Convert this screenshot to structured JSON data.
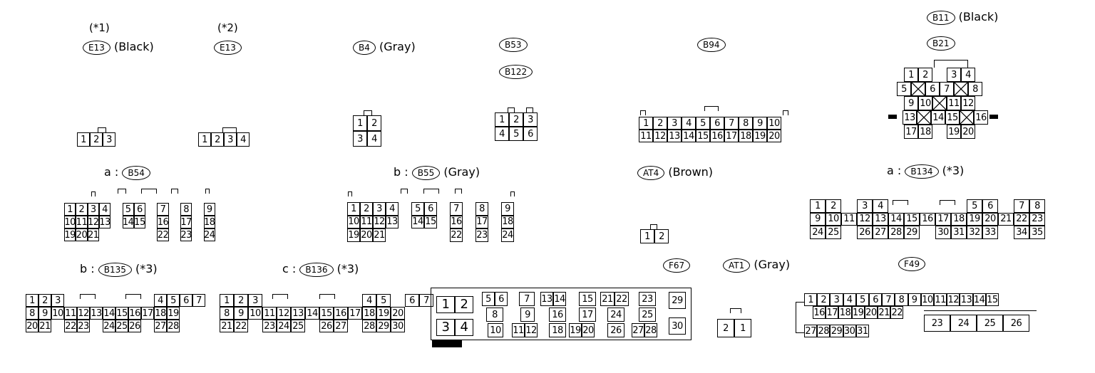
{
  "connectors": [
    {
      "id": "e13-1",
      "caption": {
        "prefix": "",
        "code": "E13",
        "note": "(Black)"
      },
      "footnote": "(*1)",
      "rows": [
        [
          "1",
          "2",
          "3"
        ]
      ]
    },
    {
      "id": "e13-2",
      "caption": {
        "prefix": "",
        "code": "E13",
        "note": ""
      },
      "footnote": "(*2)",
      "rows": [
        [
          "1",
          "2",
          "3",
          "4"
        ]
      ]
    },
    {
      "id": "b4",
      "caption": {
        "prefix": "",
        "code": "B4",
        "note": "(Gray)"
      },
      "rows": [
        [
          "1",
          "2"
        ],
        [
          "3",
          "4"
        ]
      ]
    },
    {
      "id": "b53-b122",
      "caption": {
        "prefix": "",
        "code": "B53",
        "note": ""
      },
      "caption2": {
        "code": "B122"
      },
      "rows": [
        [
          "1",
          "2",
          "3"
        ],
        [
          "4",
          "5",
          "6"
        ]
      ]
    },
    {
      "id": "b94",
      "caption": {
        "prefix": "",
        "code": "B94",
        "note": ""
      },
      "rows": [
        [
          "1",
          "2",
          "3",
          "4",
          "5",
          "6",
          "7",
          "8",
          "9",
          "10"
        ],
        [
          "11",
          "12",
          "13",
          "14",
          "15",
          "16",
          "17",
          "18",
          "19",
          "20"
        ]
      ]
    },
    {
      "id": "b11-b21",
      "caption": {
        "prefix": "",
        "code": "B11",
        "note": "(Black)"
      },
      "caption2": {
        "code": "B21"
      },
      "rows": [
        [
          "1",
          "2",
          "",
          "3",
          "4"
        ],
        [
          "5",
          "X",
          "6",
          "7",
          "X",
          "8"
        ],
        [
          "9",
          "10",
          "X",
          "11",
          "12"
        ],
        [
          "13",
          "X",
          "14",
          "15",
          "X",
          "16"
        ],
        [
          "17",
          "18",
          "",
          "19",
          "20"
        ]
      ]
    },
    {
      "id": "b54",
      "caption": {
        "prefix": "a :",
        "code": "B54",
        "note": ""
      },
      "rows": [
        [
          "1",
          "2",
          "3",
          "4",
          "",
          "5",
          "6",
          "",
          "7",
          "",
          "8",
          "",
          "9"
        ],
        [
          "10",
          "11",
          "12",
          "13",
          "",
          "14",
          "15",
          "",
          "16",
          "",
          "17",
          "",
          "18"
        ],
        [
          "19",
          "20",
          "21",
          "",
          "",
          "",
          "",
          "",
          "22",
          "",
          "23",
          "",
          "24"
        ]
      ]
    },
    {
      "id": "b55",
      "caption": {
        "prefix": "b :",
        "code": "B55",
        "note": "(Gray)"
      },
      "rows": [
        [
          "1",
          "2",
          "3",
          "4",
          "",
          "5",
          "6",
          "",
          "7",
          "",
          "8",
          "",
          "9"
        ],
        [
          "10",
          "11",
          "12",
          "13",
          "",
          "14",
          "15",
          "",
          "16",
          "",
          "17",
          "",
          "18"
        ],
        [
          "19",
          "20",
          "21",
          "",
          "",
          "",
          "",
          "",
          "22",
          "",
          "23",
          "",
          "24"
        ]
      ]
    },
    {
      "id": "at4",
      "caption": {
        "prefix": "",
        "code": "AT4",
        "note": "(Brown)"
      },
      "rows": [
        [
          "1",
          "2"
        ]
      ]
    },
    {
      "id": "b134",
      "caption": {
        "prefix": "a :",
        "code": "B134",
        "note": "(*3)"
      },
      "rows": [
        [
          "1",
          "2",
          "",
          "3",
          "4",
          "",
          "",
          "",
          "",
          "",
          "5",
          "6",
          "",
          "7",
          "8"
        ],
        [
          "9",
          "10",
          "11",
          "12",
          "13",
          "14",
          "15",
          "16",
          "17",
          "18",
          "19",
          "20",
          "21",
          "22",
          "23"
        ],
        [
          "24",
          "25",
          "",
          "26",
          "27",
          "28",
          "29",
          "",
          "30",
          "31",
          "32",
          "33",
          "",
          "34",
          "35"
        ]
      ]
    },
    {
      "id": "b135",
      "caption": {
        "prefix": "b :",
        "code": "B135",
        "note": "(*3)"
      },
      "rows": [
        [
          "1",
          "2",
          "3",
          "",
          "",
          "",
          "",
          "",
          "",
          "",
          "4",
          "5",
          "6",
          "7"
        ],
        [
          "8",
          "9",
          "10",
          "11",
          "12",
          "13",
          "14",
          "15",
          "16",
          "17",
          "18",
          "19"
        ],
        [
          "20",
          "21",
          "",
          "22",
          "23",
          "",
          "24",
          "25",
          "26",
          "",
          "27",
          "28"
        ]
      ]
    },
    {
      "id": "b136",
      "caption": {
        "prefix": "c :",
        "code": "B136",
        "note": "(*3)"
      },
      "rows": [
        [
          "1",
          "2",
          "3",
          "",
          "",
          "",
          "",
          "",
          "",
          "",
          "4",
          "5",
          "",
          "6",
          "7"
        ],
        [
          "8",
          "9",
          "10",
          "11",
          "12",
          "13",
          "14",
          "15",
          "16",
          "17",
          "18",
          "19",
          "20"
        ],
        [
          "21",
          "22",
          "",
          "23",
          "24",
          "25",
          "",
          "26",
          "27",
          "",
          "28",
          "29",
          "30"
        ]
      ]
    },
    {
      "id": "f67",
      "caption": {
        "prefix": "",
        "code": "F67",
        "note": ""
      },
      "cells": [
        "1",
        "2",
        "3",
        "4",
        "5",
        "6",
        "7",
        "8",
        "9",
        "10",
        "11",
        "12",
        "13",
        "14",
        "15",
        "16",
        "17",
        "18",
        "19",
        "20",
        "21",
        "22",
        "23",
        "24",
        "25",
        "26",
        "27",
        "28",
        "29",
        "30"
      ]
    },
    {
      "id": "at1",
      "caption": {
        "prefix": "",
        "code": "AT1",
        "note": "(Gray)"
      },
      "rows": [
        [
          "2",
          "1"
        ]
      ]
    },
    {
      "id": "f49",
      "caption": {
        "prefix": "",
        "code": "F49",
        "note": ""
      },
      "rows": [
        [
          "1",
          "2",
          "3",
          "4",
          "5",
          "6",
          "7",
          "8",
          "9",
          "10",
          "11",
          "12",
          "13",
          "14",
          "15"
        ],
        [
          "16",
          "17",
          "18",
          "19",
          "20",
          "21",
          "22"
        ],
        [
          "23",
          "24",
          "25",
          "26"
        ],
        [
          "27",
          "28",
          "29",
          "30",
          "31"
        ]
      ]
    }
  ]
}
